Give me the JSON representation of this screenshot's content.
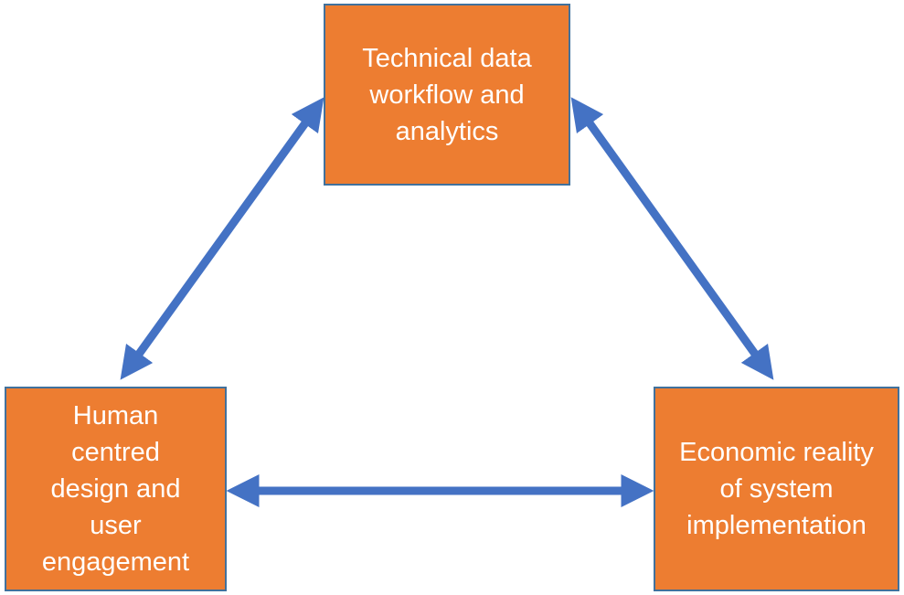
{
  "colors": {
    "box_fill": "#ED7D31",
    "box_border": "#41719C",
    "arrow": "#4472C4",
    "text": "#FFFFFF"
  },
  "nodes": {
    "top": {
      "label": "Technical data\nworkflow and\nanalytics"
    },
    "left": {
      "label": "Human\ncentred\ndesign and\nuser\nengagement"
    },
    "right": {
      "label": "Economic reality\nof system\nimplementation"
    }
  },
  "edges": [
    {
      "from": "top",
      "to": "left",
      "type": "double-arrow"
    },
    {
      "from": "top",
      "to": "right",
      "type": "double-arrow"
    },
    {
      "from": "left",
      "to": "right",
      "type": "double-arrow"
    }
  ]
}
